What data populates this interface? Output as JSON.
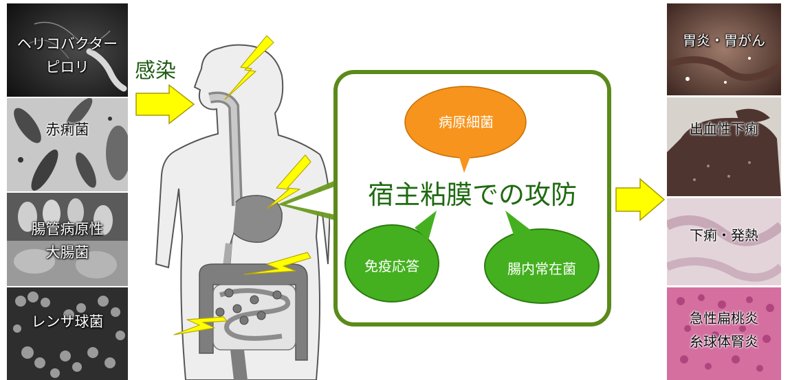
{
  "left_pathogens": [
    {
      "label": "ヘリコバクター\nピロリ"
    },
    {
      "label": "赤痢菌"
    },
    {
      "label": "腸管病原性\n大腸菌"
    },
    {
      "label": "レンサ球菌"
    }
  ],
  "infection_label": "感染",
  "center": {
    "title": "宿主粘膜での攻防",
    "pathogen_bubble": "病原細菌",
    "immune_bubble": "免疫応答",
    "flora_bubble": "腸内常在菌"
  },
  "right_diseases": [
    {
      "label": "胃炎・胃がん"
    },
    {
      "label": "出血性下痢"
    },
    {
      "label": "下痢・発熱"
    },
    {
      "label": "急性扁桃炎\n糸球体腎炎"
    }
  ],
  "colors": {
    "arrow_yellow": "#ffff00",
    "frame_green": "#5a8a1a",
    "bubble_orange": "#f7941d",
    "bubble_green": "#44b020",
    "infection_text": "#1e5a10",
    "title_text": "#1e6a10"
  }
}
